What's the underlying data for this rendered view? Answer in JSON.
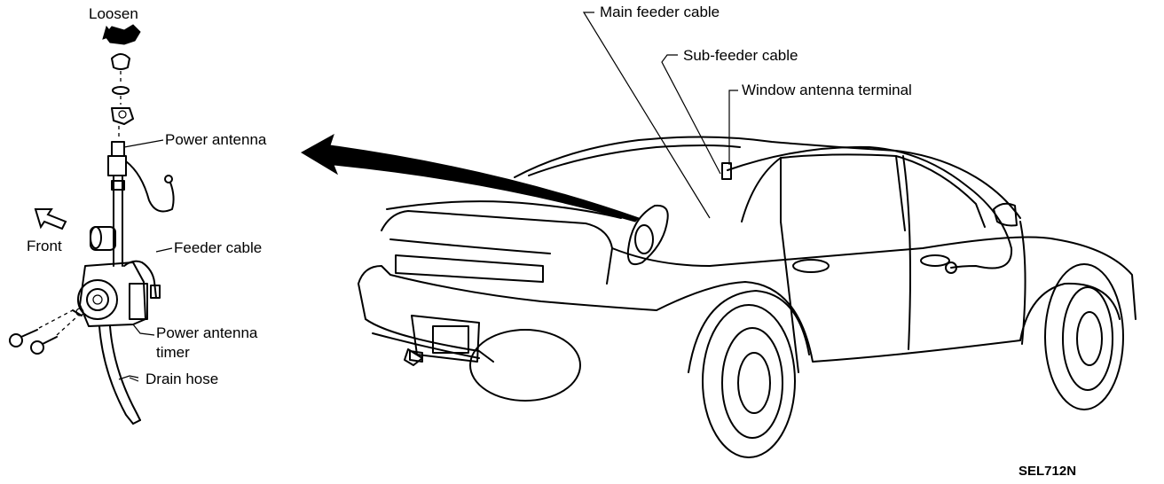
{
  "labels": {
    "loosen": "Loosen",
    "power_antenna": "Power antenna",
    "front": "Front",
    "feeder_cable": "Feeder cable",
    "power_antenna_timer_line1": "Power antenna",
    "power_antenna_timer_line2": "timer",
    "drain_hose": "Drain hose",
    "main_feeder_cable": "Main feeder cable",
    "sub_feeder_cable": "Sub-feeder cable",
    "window_antenna_terminal": "Window antenna terminal",
    "figure_code": "SEL712N"
  }
}
